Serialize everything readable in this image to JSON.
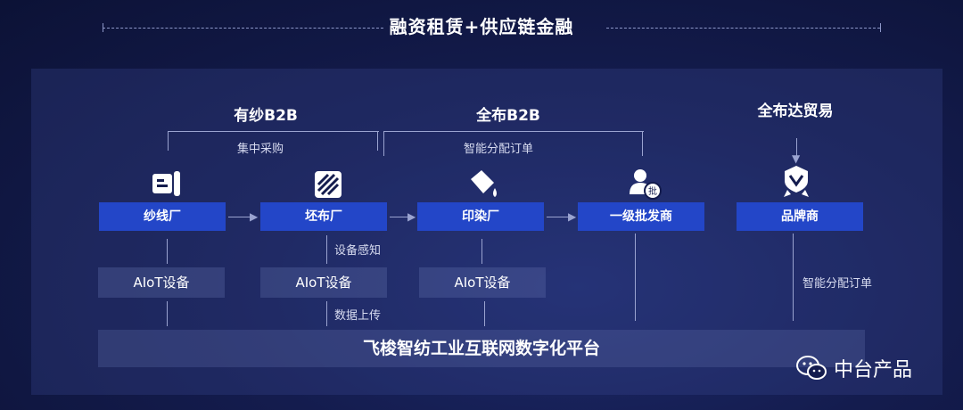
{
  "header": {
    "title": "融资租赁+供应链金融"
  },
  "groups": {
    "yousha": "有纱B2B",
    "quanbu": "全布B2B",
    "quanbuda": "全布达贸易"
  },
  "flows": {
    "central_purchase": "集中采购",
    "smart_order_top": "智能分配订单",
    "device_sensing": "设备感知",
    "data_upload": "数据上传",
    "smart_order_right": "智能分配订单"
  },
  "nodes": [
    "纱线厂",
    "坯布厂",
    "印染厂",
    "一级批发商",
    "品牌商"
  ],
  "aiot": [
    "AIoT设备",
    "AIoT设备",
    "AIoT设备"
  ],
  "platform": "飞梭智纺工业互联网数字化平台",
  "watermark": "中台产品",
  "colors": {
    "background": "#141c4e",
    "node": "#2346c8"
  },
  "icons": [
    "yarn-icon",
    "fabric-icon",
    "dye-icon",
    "wholesaler-icon",
    "brand-badge-icon",
    "wechat-icon"
  ]
}
